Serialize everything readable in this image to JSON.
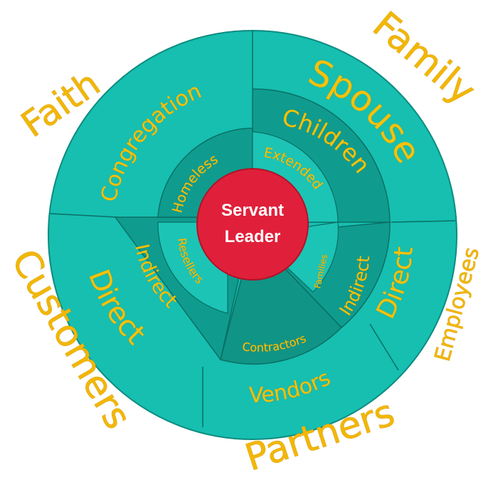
{
  "colors": {
    "outer_ring": "#16bfb0",
    "middle_ring": "#0f9c8e",
    "inner_ring": "#1cc4b5",
    "center": "#e0203a",
    "label": "#f2b705",
    "divider": "#0a6f66"
  },
  "center": {
    "line1": "Servant",
    "line2": "Leader"
  },
  "outer_labels": {
    "faith": "Faith",
    "family": "Family",
    "customers": "Customers",
    "employees": "Employees",
    "partners": "Partners"
  },
  "ring_labels": {
    "congregation": "Congregation",
    "spouse": "Spouse",
    "direct_employees": "Direct",
    "vendors": "Vendors",
    "direct_customers": "Direct",
    "children": "Children",
    "indirect_employees": "Indirect",
    "contractors": "Contractors",
    "indirect_customers": "Indirect",
    "homeless": "Homeless",
    "extended": "Extended",
    "families": "Families",
    "resellers": "Resellers"
  }
}
